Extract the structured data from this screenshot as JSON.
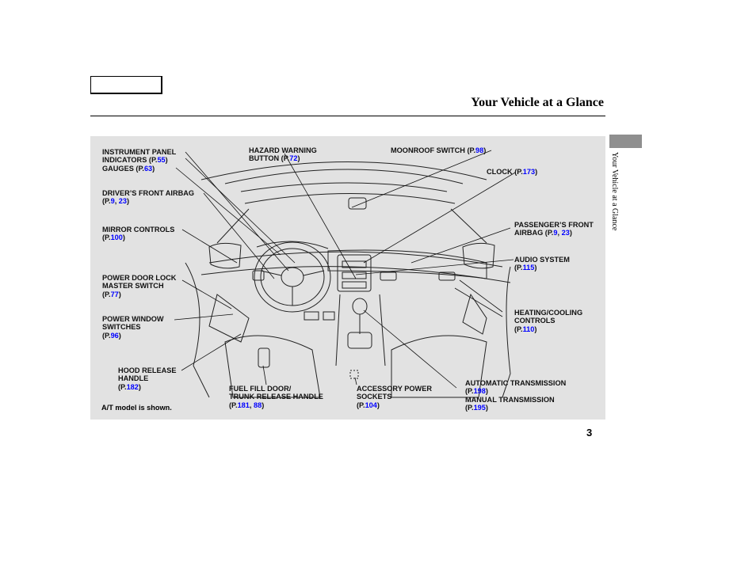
{
  "header": {
    "title": "Your Vehicle at a Glance"
  },
  "sidebar": {
    "label": "Your Vehicle at a Glance"
  },
  "page_number": "3",
  "figure": {
    "note": "A/T model is shown.",
    "callouts": {
      "instrument": {
        "line1": "INSTRUMENT PANEL",
        "line2": "INDICATORS",
        "ref2": "55",
        "line3": "GAUGES",
        "ref3": "63"
      },
      "hazard": {
        "line1": "HAZARD WARNING",
        "line2": "BUTTON",
        "ref": "72"
      },
      "moonroof": {
        "line1": "MOONROOF SWITCH",
        "ref": "98"
      },
      "clock": {
        "line1": "CLOCK",
        "ref": "173"
      },
      "driver_airbag": {
        "line1": "DRIVER’S FRONT AIRBAG",
        "ref_a": "9",
        "ref_b": "23"
      },
      "mirror": {
        "line1": "MIRROR CONTROLS",
        "ref": "100"
      },
      "passenger_airbag": {
        "line1": "PASSENGER’S FRONT",
        "line2": "AIRBAG",
        "ref_a": "9",
        "ref_b": "23"
      },
      "audio": {
        "line1": "AUDIO SYSTEM",
        "ref": "115"
      },
      "door_lock": {
        "line1": "POWER DOOR LOCK",
        "line2": "MASTER SWITCH",
        "ref": "77"
      },
      "heating": {
        "line1": "HEATING/COOLING",
        "line2": "CONTROLS",
        "ref": "110"
      },
      "window": {
        "line1": "POWER WINDOW",
        "line2": "SWITCHES",
        "ref": "96"
      },
      "hood": {
        "line1": "HOOD RELEASE",
        "line2": "HANDLE",
        "ref": "182"
      },
      "fuel": {
        "line1": "FUEL FILL DOOR/",
        "line2": "TRUNK RELEASE HANDLE",
        "ref_a": "181",
        "ref_b": "88"
      },
      "accessory": {
        "line1": "ACCESSORY POWER",
        "line2": "SOCKETS",
        "ref": "104"
      },
      "transmission": {
        "line1": "AUTOMATIC TRANSMISSION",
        "ref1": "198",
        "line2": "MANUAL TRANSMISSION",
        "ref2": "195"
      }
    }
  }
}
